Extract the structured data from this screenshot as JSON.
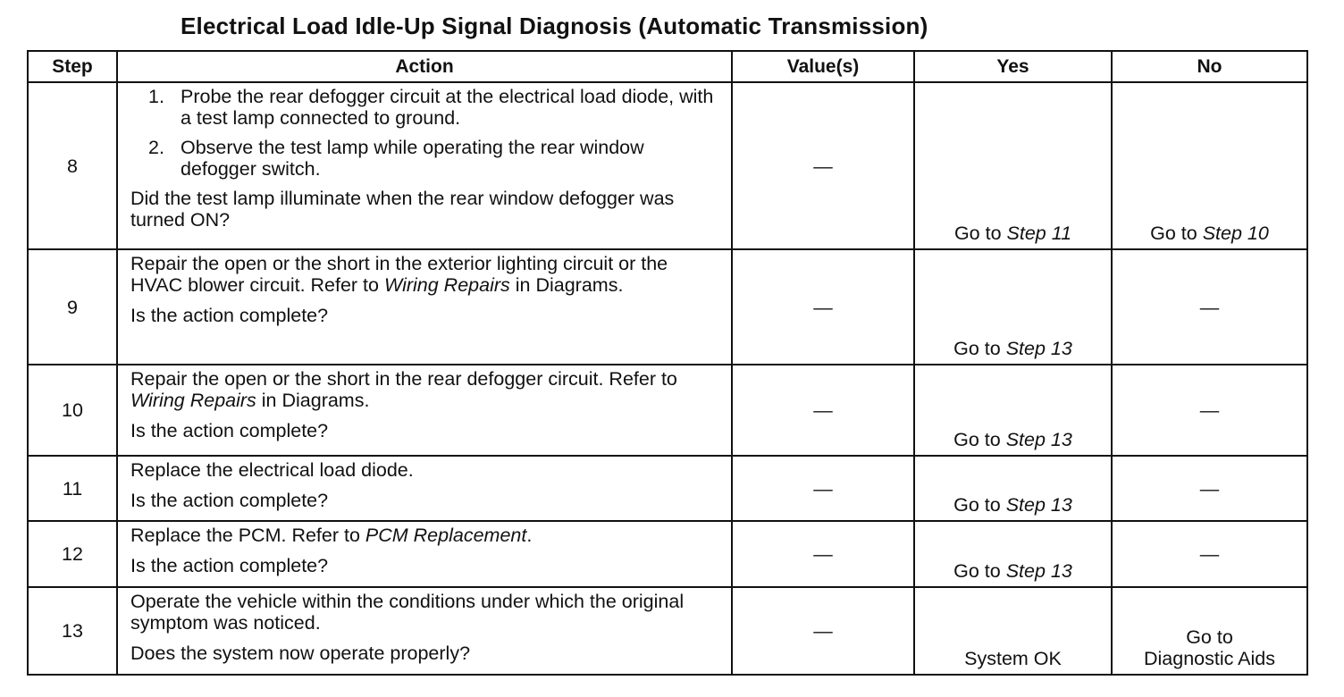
{
  "title": "Electrical Load Idle-Up Signal Diagnosis (Automatic Transmission)",
  "columns": {
    "step": "Step",
    "action": "Action",
    "values": "Value(s)",
    "yes": "Yes",
    "no": "No"
  },
  "rows": {
    "r8": {
      "step": "8",
      "action_items": [
        {
          "num": "1.",
          "text": "Probe the rear defogger circuit at the electrical load diode, with a test lamp connected to ground."
        },
        {
          "num": "2.",
          "text": "Observe the test lamp while operating the rear window defogger switch."
        }
      ],
      "question": "Did the test lamp illuminate when the rear window defogger was turned ON?",
      "value": "—",
      "yes": {
        "prefix": "Go to ",
        "target": "Step 11"
      },
      "no": {
        "prefix": "Go to ",
        "target": "Step 10"
      }
    },
    "r9": {
      "step": "9",
      "action_pre": "Repair the open or the short in the exterior lighting circuit or the HVAC blower circuit. Refer to ",
      "action_ref": "Wiring Repairs",
      "action_post": " in Diagrams.",
      "question": "Is the action complete?",
      "value": "—",
      "yes": {
        "prefix": "Go to ",
        "target": "Step 13"
      },
      "no": "—"
    },
    "r10": {
      "step": "10",
      "action_pre": "Repair the open or the short in the rear defogger circuit. Refer to ",
      "action_ref": "Wiring Repairs",
      "action_post": " in Diagrams.",
      "question": "Is the action complete?",
      "value": "—",
      "yes": {
        "prefix": "Go to ",
        "target": "Step 13"
      },
      "no": "—"
    },
    "r11": {
      "step": "11",
      "action": "Replace the electrical load diode.",
      "question": "Is the action complete?",
      "value": "—",
      "yes": {
        "prefix": "Go to ",
        "target": "Step 13"
      },
      "no": "—"
    },
    "r12": {
      "step": "12",
      "action_pre": "Replace the PCM. Refer to ",
      "action_ref": "PCM Replacement",
      "action_post": ".",
      "question": "Is the action complete?",
      "value": "—",
      "yes": {
        "prefix": "Go to ",
        "target": "Step 13"
      },
      "no": "—"
    },
    "r13": {
      "step": "13",
      "action": "Operate the vehicle within the conditions under which the original symptom was noticed.",
      "question": "Does the system now operate properly?",
      "value": "—",
      "yes": "System OK",
      "no_line1": "Go to",
      "no_line2": "Diagnostic Aids"
    }
  }
}
